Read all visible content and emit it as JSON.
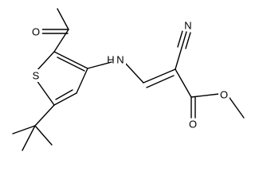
{
  "molecule": {
    "atoms": [
      {
        "id": "O_acetyl",
        "label": "O"
      },
      {
        "id": "S_ring",
        "label": "S"
      },
      {
        "id": "N_amine",
        "label": "N"
      },
      {
        "id": "H_amine",
        "label": "H"
      },
      {
        "id": "N_nitrile",
        "label": "N"
      },
      {
        "id": "O_carbonyl",
        "label": "O"
      },
      {
        "id": "O_ester",
        "label": "O"
      }
    ]
  }
}
